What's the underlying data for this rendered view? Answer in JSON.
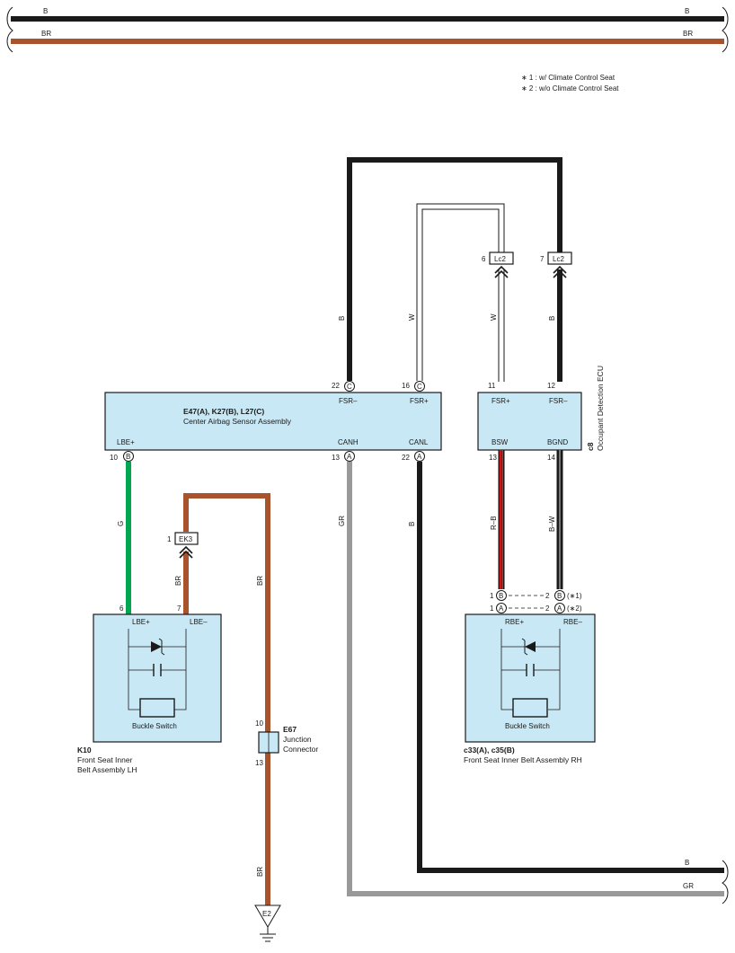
{
  "colors": {
    "B": "#1a1a1a",
    "BR": "#a8532b",
    "W": "#ffffff",
    "G": "#00a650",
    "GR": "#999999",
    "R": "#e0201f",
    "component_fill": "#c9e8f5"
  },
  "notes": [
    "∗ 1 : w/ Climate Control Seat",
    "∗ 2 : w/o Climate Control Seat"
  ],
  "wire_labels": {
    "top_b_left": "B",
    "top_b_right": "B",
    "top_br_left": "BR",
    "top_br_right": "BR",
    "b_vert_left": "B",
    "w_vert_left": "W",
    "w_vert_right": "W",
    "b_vert_right": "B",
    "g": "G",
    "br_ek3": "BR",
    "br_junction": "BR",
    "gr": "GR",
    "b_canl": "B",
    "rb": "R–B",
    "bw": "B–W",
    "br_e2": "BR",
    "bottom_b": "B",
    "bottom_gr": "GR"
  },
  "connectors": {
    "lc2_left": {
      "label": "Lc2",
      "pin": "6"
    },
    "lc2_right": {
      "label": "Lc2",
      "pin": "7"
    },
    "ek3": {
      "label": "EK3",
      "pin": "1"
    }
  },
  "center_airbag": {
    "code": "E47(A), K27(B), L27(C)",
    "name": "Center Airbag Sensor Assembly",
    "pins": [
      {
        "num": "22",
        "conn": "C",
        "term": "FSR–"
      },
      {
        "num": "16",
        "conn": "C",
        "term": "FSR+"
      },
      {
        "num": "10",
        "conn": "B",
        "term": "LBE+"
      },
      {
        "num": "13",
        "conn": "A",
        "term": "CANH"
      },
      {
        "num": "22",
        "conn": "A",
        "term": "CANL"
      }
    ]
  },
  "occupant_ecu": {
    "code": "c8",
    "name": "Occupant Detection ECU",
    "pins": [
      {
        "num": "11",
        "term": "FSR+"
      },
      {
        "num": "12",
        "term": "FSR–"
      },
      {
        "num": "13",
        "term": "BSW"
      },
      {
        "num": "14",
        "term": "BGND"
      }
    ]
  },
  "buckle_lh": {
    "code": "K10",
    "name_line1": "Front Seat Inner",
    "name_line2": "Belt Assembly LH",
    "switch_label": "Buckle Switch",
    "pins": [
      {
        "num": "6",
        "term": "LBE+"
      },
      {
        "num": "7",
        "term": "LBE–"
      }
    ]
  },
  "buckle_rh": {
    "code": "c33(A), c35(B)",
    "name": "Front Seat Inner Belt Assembly RH",
    "switch_label": "Buckle Switch",
    "terms": [
      "RBE+",
      "RBE–"
    ],
    "pins": [
      {
        "left_num": "1",
        "left_conn": "B",
        "right_num": "2",
        "right_conn": "B",
        "note": "(∗1)"
      },
      {
        "left_num": "1",
        "left_conn": "A",
        "right_num": "2",
        "right_conn": "A",
        "note": "(∗2)"
      }
    ]
  },
  "junction": {
    "code": "E67",
    "name_line1": "Junction",
    "name_line2": "Connector",
    "pin_top": "10",
    "pin_bottom": "13"
  },
  "ground": {
    "label": "E2"
  }
}
